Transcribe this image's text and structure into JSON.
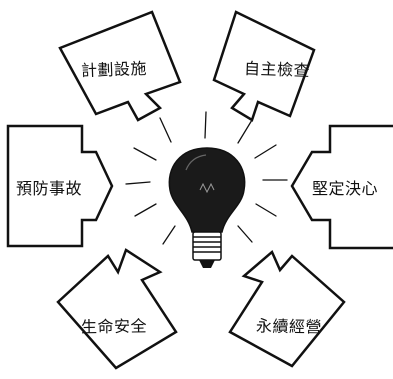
{
  "arrows": [
    {
      "id": "plan",
      "label": "計劃設施"
    },
    {
      "id": "check",
      "label": "自主檢查"
    },
    {
      "id": "prevent",
      "label": "預防事故"
    },
    {
      "id": "determine",
      "label": "堅定決心"
    },
    {
      "id": "life",
      "label": "生命安全"
    },
    {
      "id": "sustain",
      "label": "永續經營"
    }
  ],
  "center": {
    "icon": "light-bulb-icon"
  },
  "colors": {
    "stroke": "#111111",
    "bulb": "#1a1a1a",
    "background": "#ffffff"
  }
}
